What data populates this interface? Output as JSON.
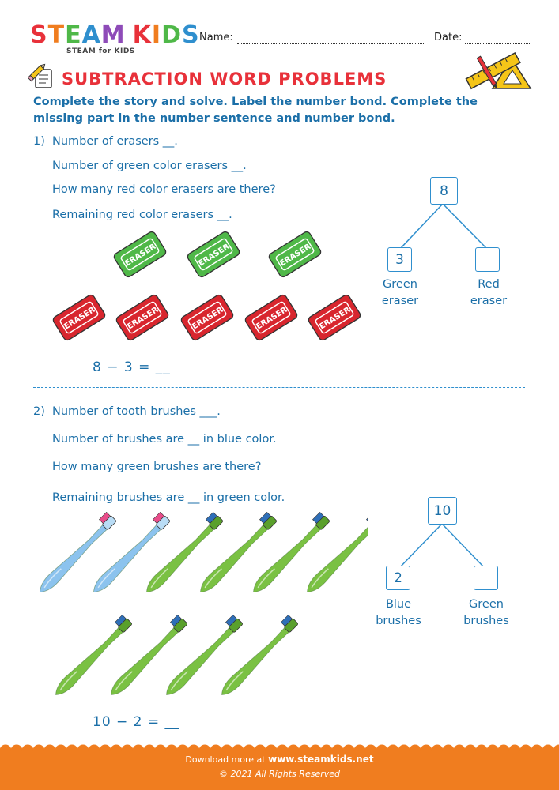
{
  "brand": {
    "logo_letters": [
      "S",
      "T",
      "E",
      "A",
      "M",
      "K",
      "I",
      "D",
      "S"
    ],
    "logo_colors": [
      "#e8313a",
      "#f07d1f",
      "#4fb848",
      "#2f8fce",
      "#8e4bb8",
      "#e8313a",
      "#f07d1f",
      "#4fb848",
      "#2f8fce"
    ],
    "tagline": "STEAM for KIDS"
  },
  "header": {
    "name_label": "Name:",
    "date_label": "Date:"
  },
  "title": "SUBTRACTION WORD PROBLEMS",
  "instructions": "Complete the story and solve. Label the number bond. Complete the missing part in the number sentence and number bond.",
  "problem1": {
    "number": "1)",
    "lines": [
      "Number of erasers __.",
      "Number of green color erasers __.",
      "How many red color erasers are there?",
      "Remaining red color erasers __."
    ],
    "eraser_text": "ERASER",
    "green_erasers": 3,
    "red_erasers": 5,
    "equation": "8  −  3  =  __",
    "bond": {
      "whole": "8",
      "part1": "3",
      "part2": "",
      "label1": [
        "Green",
        "eraser"
      ],
      "label2": [
        "Red",
        "eraser"
      ]
    }
  },
  "problem2": {
    "number": "2)",
    "lines": [
      "Number of tooth brushes ___.",
      "Number of brushes are __ in blue color.",
      "How many green brushes are there?",
      "Remaining brushes are __ in green color."
    ],
    "blue_brushes": 2,
    "green_brushes": 8,
    "equation": "10  −  2  =  __",
    "bond": {
      "whole": "10",
      "part1": "2",
      "part2": "",
      "label1": [
        "Blue",
        "brushes"
      ],
      "label2": [
        "Green",
        "brushes"
      ]
    }
  },
  "footer": {
    "download_prefix": "Download more at ",
    "site": "www.steamkids.net",
    "copyright": "©  2021 All Rights Reserved"
  },
  "colors": {
    "accent_blue": "#1b6fa8",
    "title_red": "#e8313a",
    "footer_orange": "#f07d1f",
    "eraser_green": "#4fb848",
    "eraser_red": "#d8262e",
    "brush_blue": "#8cc3ee",
    "brush_green": "#7ac143"
  },
  "icons": {
    "title_icon": "pencil-paper-icon",
    "corner_icon": "ruler-set-square-icon"
  }
}
